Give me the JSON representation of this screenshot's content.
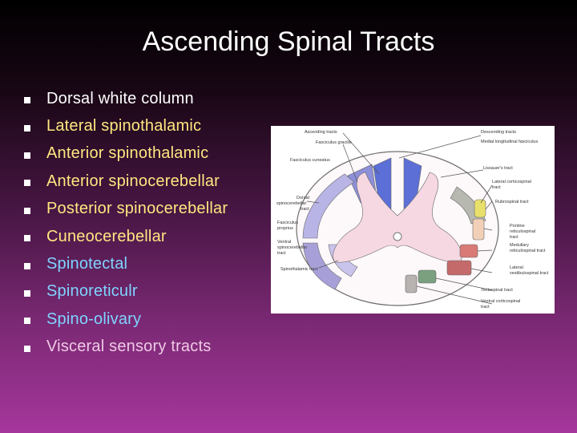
{
  "slide": {
    "title": "Ascending Spinal Tracts",
    "bullets": [
      {
        "text": "Dorsal white column",
        "color": "#ffffff"
      },
      {
        "text": "Lateral spinothalamic",
        "color": "#ffe680"
      },
      {
        "text": "Anterior spinothalamic",
        "color": "#ffe680"
      },
      {
        "text": "Anterior spinocerebellar",
        "color": "#ffe680"
      },
      {
        "text": "Posterior spinocerebellar",
        "color": "#ffe680"
      },
      {
        "text": "Cuneocerebellar",
        "color": "#ffe680"
      },
      {
        "text": "Spinotectal",
        "color": "#7fd4ff"
      },
      {
        "text": "Spinoreticulr",
        "color": "#7fd4ff"
      },
      {
        "text": "Spino-olivary",
        "color": "#7fd4ff"
      },
      {
        "text": "Visceral sensory tracts",
        "color": "#f0c9e6"
      }
    ]
  },
  "figure": {
    "left_labels": {
      "ascending": "Ascending tracts",
      "gracilis": "Fasciculus gracilis",
      "cuneatus": "Fasciculus cuneatus",
      "dorsal_sc_1": "Dorsal",
      "dorsal_sc_2": "spinocerebellar",
      "dorsal_sc_3": "tract",
      "propius_1": "Fasciculus",
      "propius_2": "proprius",
      "ventral_sc_1": "Ventral",
      "ventral_sc_2": "spinocerebellar",
      "ventral_sc_3": "tract",
      "spinothalamic": "Spinothalamic tract"
    },
    "right_labels": {
      "descending": "Descending tracts",
      "mlf": "Medial longitudinal fasciculus",
      "lissauer": "Lissauer's tract",
      "lateral_cs_1": "Lateral corticospinal",
      "lateral_cs_2": "tract",
      "rubrospinal": "Rubrospinal tract",
      "pontine_1": "Pontine",
      "pontine_2": "reticulospinal",
      "pontine_3": "tract",
      "medullary_1": "Medullary",
      "medullary_2": "reticulospinal tract",
      "lateral_vs_1": "Lateral",
      "lateral_vs_2": "vestibulospinal tract",
      "tectospinal": "Tectospinal tract",
      "ventral_cs_1": "Ventral corticospinal",
      "ventral_cs_2": "tract"
    },
    "colors": {
      "gracilis": "#5b6fd6",
      "cuneatus": "#8d8fd9",
      "dorsal_spinocerebellar": "#b9b4e6",
      "ventral_spinocerebellar": "#a7a0d8",
      "spinothalamic": "#c9c4ec",
      "lateral_corticospinal": "#b7b9b0",
      "rubrospinal": "#e9e06c",
      "pontine_reticulospinal": "#f2d0b8",
      "medullary_reticulospinal": "#d97a76",
      "lateral_vestibulospinal": "#c46a6a",
      "tectospinal": "#7aa080",
      "ventral_corticospinal": "#b8b2b0",
      "gray_matter": "#f5d8e2"
    }
  }
}
